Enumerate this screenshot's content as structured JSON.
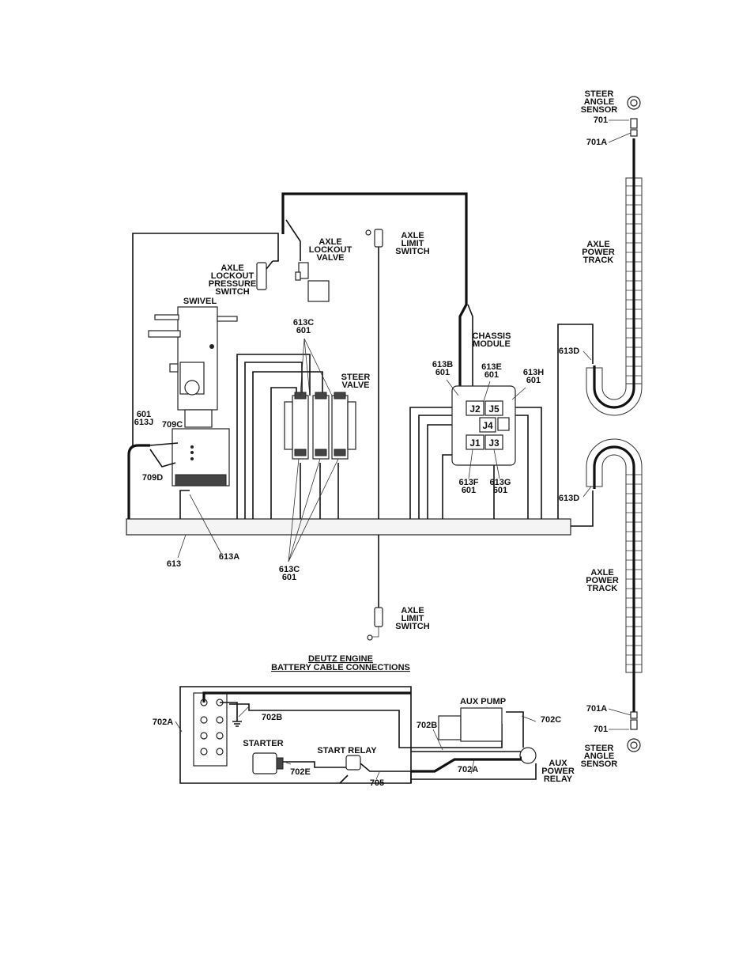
{
  "diagram": {
    "labels": {
      "steer_angle_sensor_top": [
        "STEER",
        "ANGLE",
        "SENSOR"
      ],
      "wire_701_top": "701",
      "wire_701a_top": "701A",
      "axle_power_track_top": [
        "AXLE",
        "POWER",
        "TRACK"
      ],
      "axle_limit_switch_top": [
        "AXLE",
        "LIMIT",
        "SWITCH"
      ],
      "axle_lockout_valve": [
        "AXLE",
        "LOCKOUT",
        "VALVE"
      ],
      "axle_lockout_pressure_switch": [
        "AXLE",
        "LOCKOUT",
        "PRESSURE",
        "SWITCH"
      ],
      "swivel": "SWIVEL",
      "chassis_module": [
        "CHASSIS",
        "MODULE"
      ],
      "steer_valve": [
        "STEER",
        "VALVE"
      ],
      "wire_613c_601_top": [
        "613C",
        "601"
      ],
      "wire_613b_601": [
        "613B",
        "601"
      ],
      "wire_613e_601": [
        "613E",
        "601"
      ],
      "wire_613h_601": [
        "613H",
        "601"
      ],
      "wire_613d_top": "613D",
      "wire_613d_bottom": "613D",
      "wire_601_613j": [
        "601",
        "613J"
      ],
      "wire_709c": "709C",
      "wire_709d": "709D",
      "connector_j2": "J2",
      "connector_j5": "J5",
      "connector_j4": "J4",
      "connector_j1": "J1",
      "connector_j3": "J3",
      "wire_613f_601": [
        "613F",
        "601"
      ],
      "wire_613g_601": [
        "613G",
        "601"
      ],
      "wire_613": "613",
      "wire_613a": "613A",
      "wire_613c_601_bottom": [
        "613C",
        "601"
      ],
      "axle_limit_switch_bottom": [
        "AXLE",
        "LIMIT",
        "SWITCH"
      ],
      "axle_power_track_bottom": [
        "AXLE",
        "POWER",
        "TRACK"
      ],
      "deutz_title": [
        "DEUTZ ENGINE",
        "BATTERY CABLE CONNECTIONS"
      ],
      "aux_pump": "AUX PUMP",
      "wire_702a_left": "702A",
      "wire_702b_top": "702B",
      "wire_702b_mid": "702B",
      "wire_702c": "702C",
      "starter": "STARTER",
      "start_relay": "START RELAY",
      "wire_702e": "702E",
      "wire_705": "705",
      "wire_702a_bottom": "702A",
      "aux_power_relay": [
        "AUX",
        "POWER",
        "RELAY"
      ],
      "wire_701a_bottom": "701A",
      "wire_701_bottom": "701",
      "steer_angle_sensor_bottom": [
        "STEER",
        "ANGLE",
        "SENSOR"
      ]
    }
  }
}
